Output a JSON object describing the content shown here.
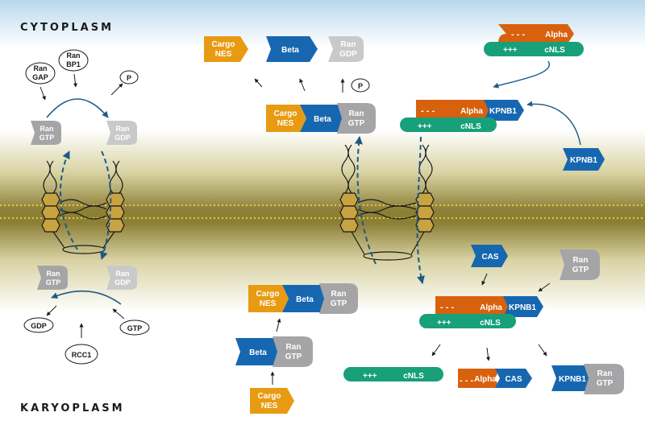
{
  "regions": {
    "top": "CYTOPLASM",
    "bottom": "KARYOPLASM"
  },
  "colors": {
    "cargo": "#e89b12",
    "beta": "#1767b0",
    "ran": "#a5a5a7",
    "ran_light": "#c9c9cb",
    "alpha": "#d8610e",
    "cnls": "#17a07a",
    "pore": "#c8a342",
    "arrow": "#1d5a86",
    "membrane_dots": "#f2c23c"
  },
  "left_cycle": {
    "ran_gap": [
      "Ran",
      "GAP"
    ],
    "ran_bp1": [
      "Ran",
      "BP1"
    ],
    "phosphate": "P",
    "ran_gtp_top": [
      "Ran",
      "GTP"
    ],
    "ran_gdp_top": [
      "Ran",
      "GDP"
    ],
    "ran_gtp_bottom": [
      "Ran",
      "GTP"
    ],
    "ran_gdp_bottom": [
      "Ran",
      "GDP"
    ],
    "gdp": "GDP",
    "gtp": "GTP",
    "rcc1": "RCC1"
  },
  "export_pathway": {
    "free_cargo": [
      "Cargo",
      "NES"
    ],
    "free_beta": "Beta",
    "free_ran": [
      "Ran",
      "GDP"
    ],
    "phosphate": "P",
    "cyto_complex": {
      "cargo": [
        "Cargo",
        "NES"
      ],
      "beta": "Beta",
      "ran": [
        "Ran",
        "GTP"
      ]
    },
    "nuc_complex": {
      "cargo": [
        "Cargo",
        "NES"
      ],
      "beta": "Beta",
      "ran": [
        "Ran",
        "GTP"
      ]
    },
    "beta_ran": {
      "beta": "Beta",
      "ran": [
        "Ran",
        "GTP"
      ]
    },
    "nuc_cargo": [
      "Cargo",
      "NES"
    ]
  },
  "import_pathway": {
    "top_alpha": {
      "alpha": "Alpha",
      "dashes": "- - -",
      "plus": "+++",
      "cnls": "cNLS"
    },
    "cyto_complex": {
      "alpha": "Alpha",
      "dashes": "- - -",
      "kpnb1": "KPNB1",
      "plus": "+++",
      "cnls": "cNLS"
    },
    "free_kpnb1": "KPNB1",
    "cas": "CAS",
    "ran": [
      "Ran",
      "GTP"
    ],
    "nuc_complex": {
      "alpha": "Alpha",
      "dashes": "- - -",
      "kpnb1": "KPNB1",
      "plus": "+++",
      "cnls": "cNLS"
    },
    "products": {
      "cargo": {
        "plus": "+++",
        "cnls": "cNLS"
      },
      "alpha_cas": {
        "alpha": "Alpha",
        "dashes": "- - -",
        "cas": "CAS"
      },
      "kpnb1_ran": {
        "kpnb1": "KPNB1",
        "ran": [
          "Ran",
          "GTP"
        ]
      }
    }
  }
}
